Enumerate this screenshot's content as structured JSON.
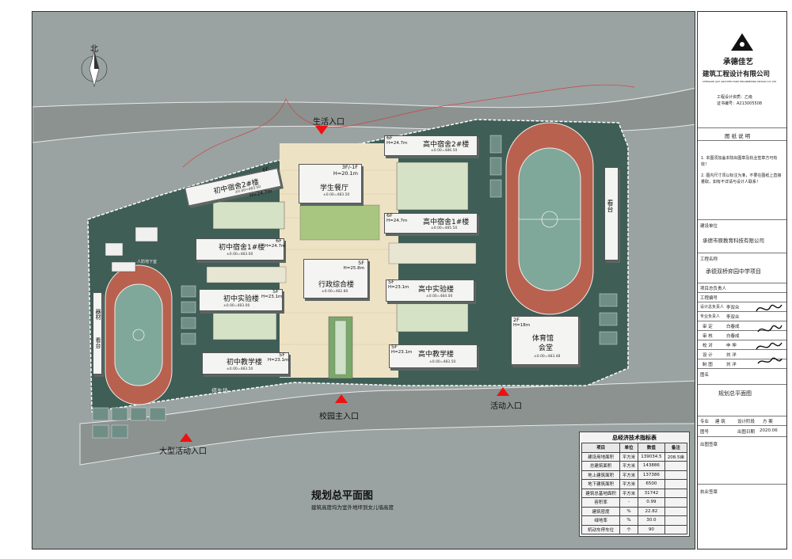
{
  "compass": {
    "north_label": "北"
  },
  "entrances": {
    "life": "生活入口",
    "main": "校园主入口",
    "activity": "活动入口",
    "large_activity": "大型活动入口"
  },
  "buildings": {
    "dining": {
      "name": "学生餐厅",
      "floors": "3F/-1F",
      "height": "H=20.1m",
      "elev": "±0.00=483.50"
    },
    "junior_dorm2": {
      "name": "初中宿舍2#楼",
      "floors": "6F",
      "height": "H=24.7m",
      "elev": "±0.00=483.50"
    },
    "junior_dorm1": {
      "name": "初中宿舍1#楼",
      "floors": "6F",
      "height": "H=24.7m",
      "elev": "±0.00=483.00"
    },
    "junior_lab": {
      "name": "初中实验楼",
      "floors": "5F",
      "height": "H=23.1m",
      "elev": "±0.00=483.00"
    },
    "junior_teach": {
      "name": "初中教学楼",
      "floors": "5F",
      "height": "H=23.1m",
      "elev": "±0.00=483.50"
    },
    "admin": {
      "name": "行政综合楼",
      "floors": "5F",
      "height": "H=25.8m",
      "elev": "±0.00=482.80"
    },
    "senior_dorm2": {
      "name": "高中宿舍2#楼",
      "floors": "6F",
      "height": "H=24.7m",
      "elev": "±0.00=486.50"
    },
    "senior_dorm1": {
      "name": "高中宿舍1#楼",
      "floors": "6F",
      "height": "H=24.7m",
      "elev": "±0.00=485.50"
    },
    "senior_lab": {
      "name": "高中实验楼",
      "floors": "5F",
      "height": "H=23.1m",
      "elev": "±0.00=484.00"
    },
    "senior_teach": {
      "name": "高中教学楼",
      "floors": "5F",
      "height": "H=23.1m",
      "elev": "±0.00=483.50"
    },
    "gym": {
      "name": "体育馆\n会堂",
      "name_line1": "体育馆",
      "name_line2": "会堂",
      "floors": "2F",
      "height": "H=18m",
      "elev": "±0.00=483.48"
    },
    "stand_big": {
      "name": "看台"
    },
    "stand_small": {
      "name": "看台"
    },
    "equip": {
      "name": "器材"
    }
  },
  "site_labels": {
    "parking": "停车场",
    "small_parking": "人防地下室"
  },
  "plan_title": "规划总平面图",
  "plan_note": "建筑高度均为室外地坪到女儿墙高度",
  "stats": {
    "title": "总经济技术指标表",
    "headers": [
      "项目",
      "单位",
      "数值",
      "备注"
    ],
    "rows": [
      [
        "建设用地面积",
        "平方米",
        "139034.5",
        "208.5亩"
      ],
      [
        "总建筑面积",
        "平方米",
        "143886",
        ""
      ],
      [
        "地上建筑面积",
        "平方米",
        "137386",
        ""
      ],
      [
        "地下建筑面积",
        "平方米",
        "6500",
        ""
      ],
      [
        "建筑总基地面积",
        "平方米",
        "31742",
        ""
      ],
      [
        "容积率",
        "-",
        "0.99",
        ""
      ],
      [
        "建筑密度",
        "%",
        "22.82",
        ""
      ],
      [
        "绿地率",
        "%",
        "30.0",
        ""
      ],
      [
        "机动车停车位",
        "个",
        "90",
        ""
      ]
    ]
  },
  "titleblock": {
    "company1": "承德佳艺",
    "company2": "建筑工程设计有限公司",
    "company_en": "CHENGDE JIAYI ARCHITECTURE ENGINEERING DESIGN CO.,LTD",
    "qual1": "工程设计资质：乙级",
    "qual2": "证书编号：A213005508",
    "notes_title": "图 纸 说 明",
    "note1": "1. 本图须加盖本院出图章及执业签章方可有效！",
    "note2": "2. 图内尺寸须以标注为准，不要在图纸上直接量取，如有不详请与设计人联系！",
    "client_label": "建设单位",
    "client": "承德市原教育科技有限公司",
    "project_label": "工程名称",
    "project": "承德双桥弈园中学项目",
    "proj_lead_label": "项目总负责人",
    "proj_no_label": "工程编号",
    "roles": [
      {
        "role": "设计总负责人",
        "name": "李双众"
      },
      {
        "role": "专业负责人",
        "name": "李双众"
      },
      {
        "role": "审    定",
        "name": "白春成"
      },
      {
        "role": "审    核",
        "name": "白春成"
      },
      {
        "role": "校    对",
        "name": "申    坤"
      },
      {
        "role": "设    计",
        "name": "刘    洋"
      },
      {
        "role": "制    图",
        "name": "刘    洋"
      }
    ],
    "drawing_label": "图名",
    "drawing": "规划总平面图",
    "discipline_label": "专业",
    "discipline": "建 筑",
    "stage_label": "设计阶段",
    "stage": "方 案",
    "sheet_label": "图号",
    "date_label": "出图日期",
    "date": "2020.06",
    "seal1": "出图签章",
    "seal2": "执业签章"
  },
  "colors": {
    "road": "#8f9694",
    "green": "#3f5e56",
    "plaza": "#eee2c4",
    "track": "#b9614f",
    "field": "#7fa79a",
    "entrance": "#ee1111"
  }
}
